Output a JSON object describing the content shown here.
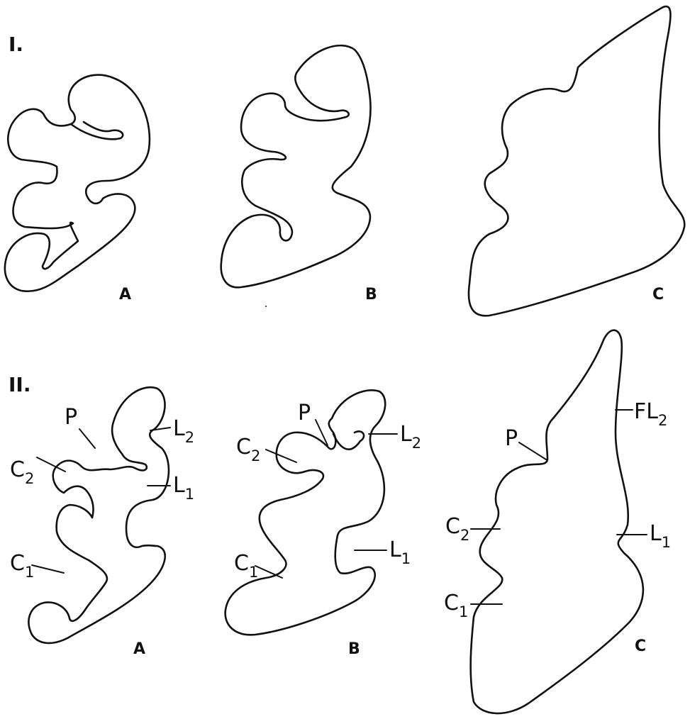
{
  "sections": [
    {
      "label": "I.",
      "panels": [
        "A",
        "B",
        "C"
      ]
    },
    {
      "label": "II.",
      "panels": [
        "A",
        "B",
        "C"
      ]
    }
  ],
  "annotations": {
    "P": "P",
    "C": "C",
    "L": "L",
    "F": "F",
    "sub_1": "1",
    "sub_2": "2"
  }
}
